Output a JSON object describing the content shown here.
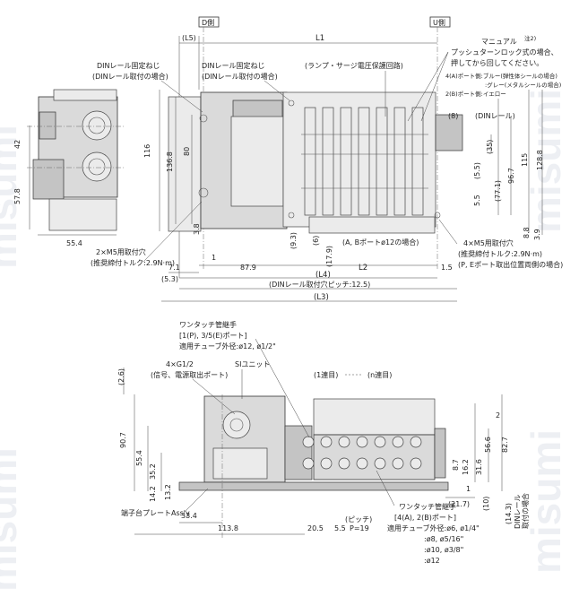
{
  "side_labels": {
    "d": "D側",
    "u": "U側"
  },
  "watermark": "misumi",
  "top_dims": {
    "l5": "(L5)",
    "l1": "L1",
    "l4": "(L4)",
    "l2": "L2",
    "l3": "(L3)",
    "v7_1": "7.1",
    "v1": "1",
    "v87_9": "87.9",
    "v1_5": "1.5",
    "v5_3": "(5.3)",
    "v42": "42",
    "v57_8": "57.8",
    "v55_4": "55.4",
    "v116": "116",
    "v136_8": "136.8",
    "v80": "80",
    "v3_8": "3.8",
    "v9_3": "(9.3)",
    "v6": "(6)",
    "v17_9": "(17.9)",
    "v8": "(8)",
    "v35": "(35)",
    "v5_5a": "(5.5)",
    "v77_1": "(77.1)",
    "v96_7": "96.7",
    "v5_5": "5.5",
    "v115": "115",
    "v128_8": "128.8",
    "v8_8": "8.8",
    "v3_9": "3.9"
  },
  "top_notes": {
    "din_screw_left_1": "DINレール固定ねじ",
    "din_screw_left_2": "(DINレール取付の場合)",
    "din_screw_mid_1": "DINレール固定ねじ",
    "din_screw_mid_2": "(DINレール取付の場合)",
    "lamp_surge": "(ランプ・サージ電圧保護回路)",
    "manual_1": "マニュアル",
    "manual_sup": "注2)",
    "manual_2": "プッシュターンロック式の場合、",
    "manual_3": "押してから回してください。",
    "manual_4": "4(A)ポート側:ブルー(弾性体シールの場合)",
    "manual_5": ":グレー(メタルシールの場合)",
    "manual_6": "2(B)ポート側:イエロー",
    "din_rail": "(DINレール)",
    "ab_port": "(A, Bポートø12の場合)",
    "m5_right_1": "4×M5用取付穴",
    "m5_right_2": "(推奨締付トルク:2.9N·m)",
    "pe_port": "(P, Eポート取出位置両側の場合)",
    "m5_left_1": "2×M5用取付穴",
    "m5_left_2": "(推奨締付トルク:2.9N·m)",
    "din_pitch": "(DINレール取付穴ピッチ:12.5)"
  },
  "bottom_dims": {
    "v2_6": "(2.6)",
    "v90_7": "90.7",
    "v55_4": "55.4",
    "v35_2": "35.2",
    "v14_2": "14.2",
    "v13_2": "13.2",
    "v33_4": "33.4",
    "v113_8": "113.8",
    "v20_5": "20.5",
    "v5_5": "5.5",
    "pitch": "(ピッチ)",
    "p19": "P=19",
    "v21_7": "(21.7)",
    "v10": "(10)",
    "v14_3": "(14.3)",
    "din_rail_v_1": "DINレール",
    "din_rail_v_2": "取付の場合",
    "v2": "2",
    "v56_6": "56.6",
    "v82_7": "82.7",
    "v31_6": "31.6",
    "v16_2": "16.2",
    "v8_7": "8.7",
    "v1": "1"
  },
  "bottom_notes": {
    "one_touch_1": "ワンタッチ管継手",
    "one_touch_2": "[1(P), 3/5(E)ポート]",
    "one_touch_3": "適用チューブ外径:ø12, ø1/2\"",
    "g12_1": "4×G1/2",
    "g12_2": "(信号、電源取出ポート)",
    "si_unit": "SIユニット",
    "station_1": "(1連目)",
    "station_n": "(n連目)",
    "terminal": "端子台プレートAss'y",
    "ab_fit_1": "ワンタッチ管継手",
    "ab_fit_2": "[4(A), 2(B)ポート]",
    "ab_fit_3": "適用チューブ外径:ø6, ø1/4\"",
    "ab_fit_4": ":ø8, ø5/16\"",
    "ab_fit_5": ":ø10, ø3/8\"",
    "ab_fit_6": ":ø12"
  }
}
